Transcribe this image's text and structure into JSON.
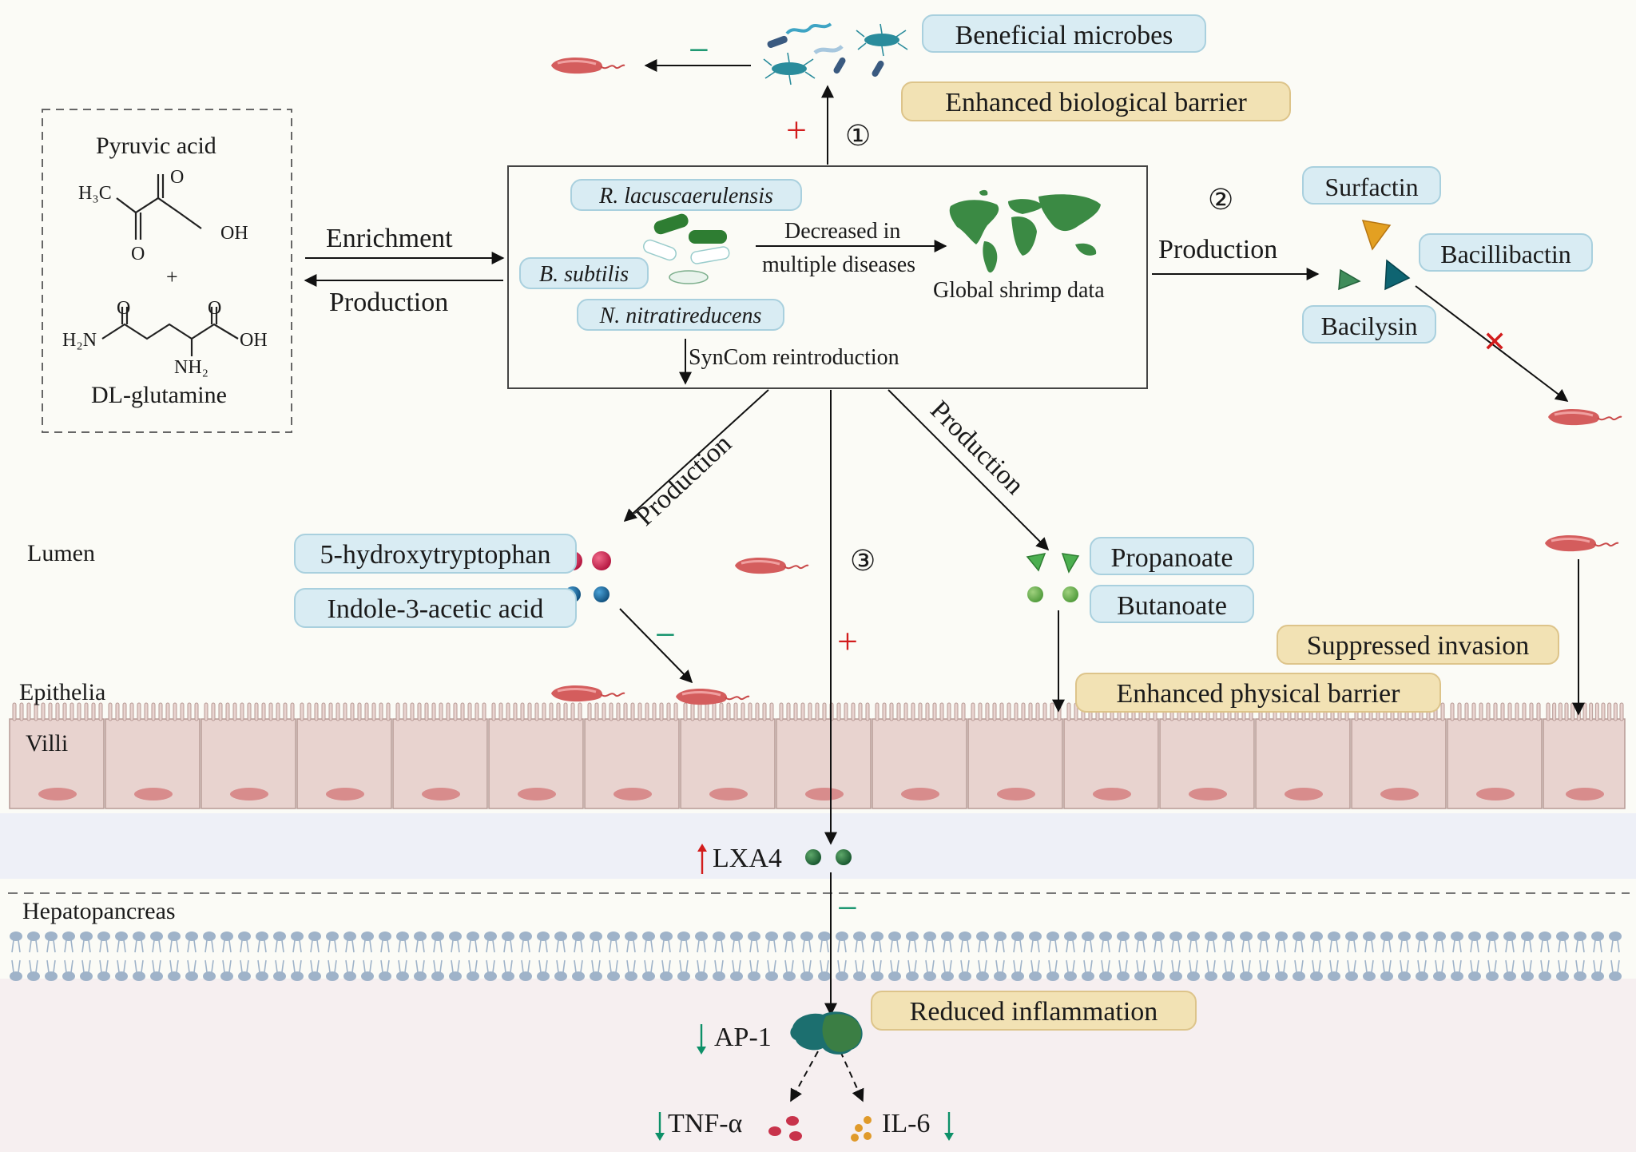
{
  "chem_box": {
    "pyruvic_acid": "Pyruvic acid",
    "plus": "+",
    "dl_glutamine": "DL-glutamine",
    "atoms": {
      "h3c": "H₃C",
      "o_top": "O",
      "oh_1": "OH",
      "o_bottom": "O",
      "o_left": "O",
      "o_right": "O",
      "h2n": "H₂N",
      "oh_2": "OH",
      "nh2": "NH₂"
    }
  },
  "flow": {
    "enrichment": "Enrichment",
    "production_left": "Production",
    "production_right": "Production",
    "production_diag_left": "Production",
    "production_diag_right": "Production",
    "marker_1": "①",
    "marker_2": "②",
    "marker_3": "③"
  },
  "center_box": {
    "species": [
      "R. lacuscaerulensis",
      "B. subtilis",
      "N. nitratireducens"
    ],
    "decreased_line1": "Decreased in",
    "decreased_line2": "multiple diseases",
    "global_data": "Global shrimp data",
    "syncom": "SynCom reintroduction"
  },
  "top_labels": {
    "beneficial": "Beneficial microbes",
    "bio_barrier": "Enhanced biological barrier",
    "plus": "+",
    "minus": "−"
  },
  "right_labels": {
    "surfactin": "Surfactin",
    "bacillibactin": "Bacillibactin",
    "bacilysin": "Bacilysin",
    "cross": "✕"
  },
  "metabolites_left": {
    "htp": "5-hydroxytryptophan",
    "iaa": "Indole-3-acetic acid",
    "minus": "−"
  },
  "metabolites_right": {
    "propanoate": "Propanoate",
    "butanoate": "Butanoate",
    "suppressed": "Suppressed invasion",
    "physical_barrier": "Enhanced physical barrier"
  },
  "layers": {
    "lumen": "Lumen",
    "epithelia": "Epithelia",
    "villi": "Villi",
    "hepatopancreas": "Hepatopancreas"
  },
  "signaling": {
    "center_plus": "+",
    "lxa4": "LXA4",
    "lxa4_arrow": "↑",
    "minus": "−",
    "reduced_inflammation": "Reduced inflammation",
    "ap1": "AP-1",
    "ap1_arrow": "↓",
    "tnf": "TNF-α",
    "tnf_arrow": "↓",
    "il6": "IL-6",
    "il6_arrow": "↓"
  },
  "colors": {
    "plus": "#d21c1c",
    "minus": "#0d9068",
    "pill_blue": "#d9ecf3",
    "pill_tan": "#f2e2b4",
    "villi": "#e7cfcb",
    "pathogen": "#d25a5a"
  }
}
